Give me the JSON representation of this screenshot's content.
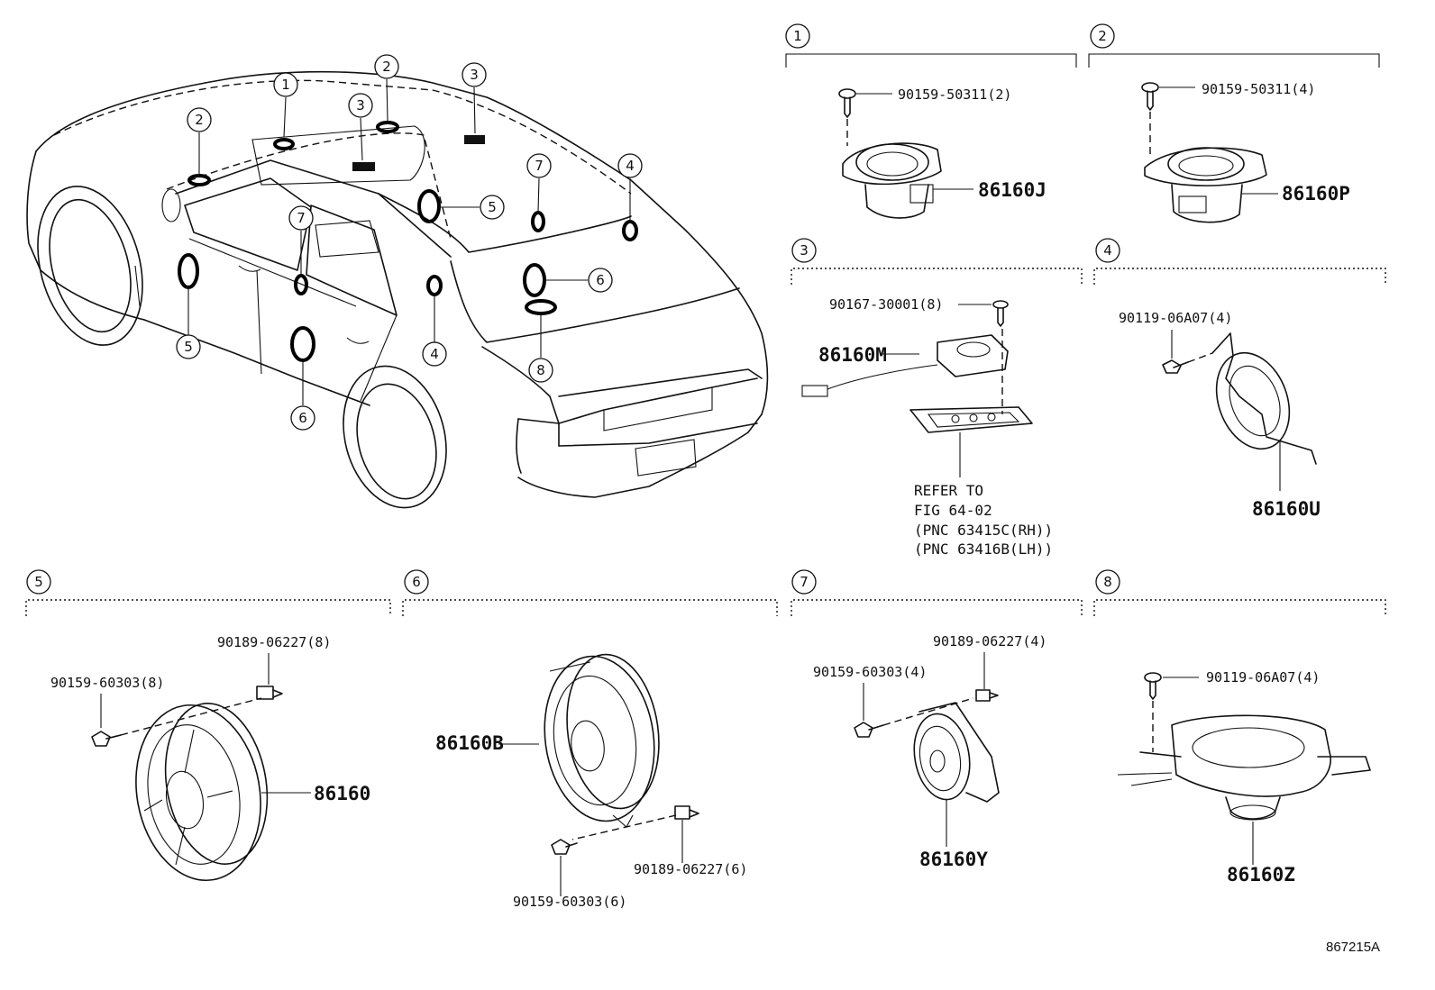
{
  "car_callouts": [
    "1",
    "2",
    "3",
    "4",
    "5",
    "6",
    "7",
    "8"
  ],
  "groups": [
    {
      "num": "1",
      "parts": [
        {
          "label": "90159-50311(2)"
        },
        {
          "label": "86160J"
        }
      ]
    },
    {
      "num": "2",
      "parts": [
        {
          "label": "90159-50311(4)"
        },
        {
          "label": "86160P"
        }
      ]
    },
    {
      "num": "3",
      "parts": [
        {
          "label": "90167-30001(8)"
        },
        {
          "label": "86160M"
        }
      ],
      "note": [
        "REFER TO",
        "FIG 64-02",
        "(PNC 63415C(RH))",
        "(PNC 63416B(LH))"
      ]
    },
    {
      "num": "4",
      "parts": [
        {
          "label": "90119-06A07(4)"
        },
        {
          "label": "86160U"
        }
      ]
    },
    {
      "num": "5",
      "parts": [
        {
          "label": "90189-06227(8)"
        },
        {
          "label": "90159-60303(8)"
        },
        {
          "label": "86160"
        }
      ]
    },
    {
      "num": "6",
      "parts": [
        {
          "label": "86160B"
        },
        {
          "label": "90189-06227(6)"
        },
        {
          "label": "90159-60303(6)"
        }
      ]
    },
    {
      "num": "7",
      "parts": [
        {
          "label": "90189-06227(4)"
        },
        {
          "label": "90159-60303(4)"
        },
        {
          "label": "86160Y"
        }
      ]
    },
    {
      "num": "8",
      "parts": [
        {
          "label": "90119-06A07(4)"
        },
        {
          "label": "86160Z"
        }
      ]
    }
  ],
  "figure_ref": "867215A"
}
